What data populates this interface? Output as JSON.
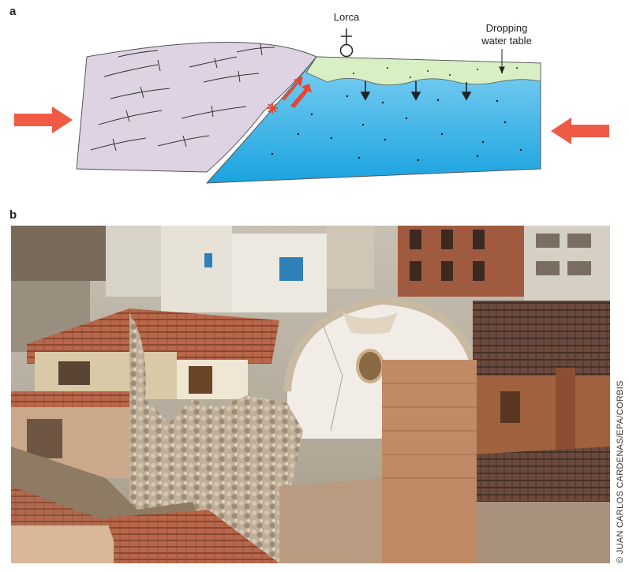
{
  "panel_a": {
    "label": "a",
    "town_label": "Lorca",
    "water_table_label_line1": "Dropping",
    "water_table_label_line2": "water table",
    "colors": {
      "crust": "#ddd3e2",
      "groundwater": "#3fb6e8",
      "dry_zone": "#d7efc3",
      "stress_arrow": "#ee5a45",
      "fault_slip": "#e8432f"
    },
    "icons": [
      "left-compression-arrow-icon",
      "right-compression-arrow-icon",
      "town-symbol-icon",
      "earthquake-star-icon",
      "slip-arrow-icon"
    ]
  },
  "panel_b": {
    "label": "b",
    "photo_credit": "© JUAN CARLOS CARDENAS/EPA/CORBIS"
  }
}
